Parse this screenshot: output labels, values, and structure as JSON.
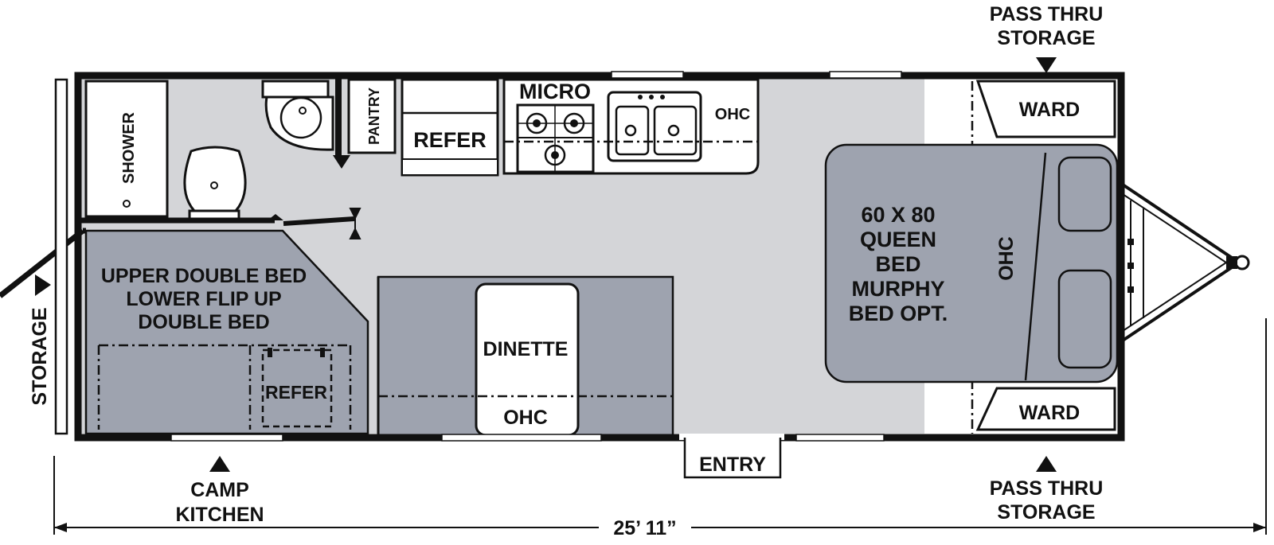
{
  "labels": {
    "shower": "SHOWER",
    "pantry": "PANTRY",
    "refer_kitchen": "REFER",
    "micro": "MICRO",
    "ohc_kitchen": "OHC",
    "ward_top": "WARD",
    "ward_bottom": "WARD",
    "bunk_line1": "UPPER DOUBLE BED",
    "bunk_line2": "LOWER FLIP UP",
    "bunk_line3": "DOUBLE BED",
    "refer_bunk": "REFER",
    "dinette": "DINETTE",
    "ohc_dinette": "OHC",
    "bed_line1": "60 X 80",
    "bed_line2": "QUEEN",
    "bed_line3": "BED",
    "bed_line4": "MURPHY",
    "bed_line5": "BED OPT.",
    "ohc_bedroom": "OHC",
    "entry": "ENTRY",
    "storage_rear": "STORAGE",
    "pass_thru_top_line1": "PASS THRU",
    "pass_thru_top_line2": "STORAGE",
    "pass_thru_bottom_line1": "PASS THRU",
    "pass_thru_bottom_line2": "STORAGE",
    "camp_kitchen_line1": "CAMP",
    "camp_kitchen_line2": "KITCHEN",
    "length": "25’ 11”"
  },
  "colors": {
    "floor": "#d4d5d8",
    "furniture": "#9ea3af",
    "walls": "#111111",
    "background": "#ffffff"
  }
}
